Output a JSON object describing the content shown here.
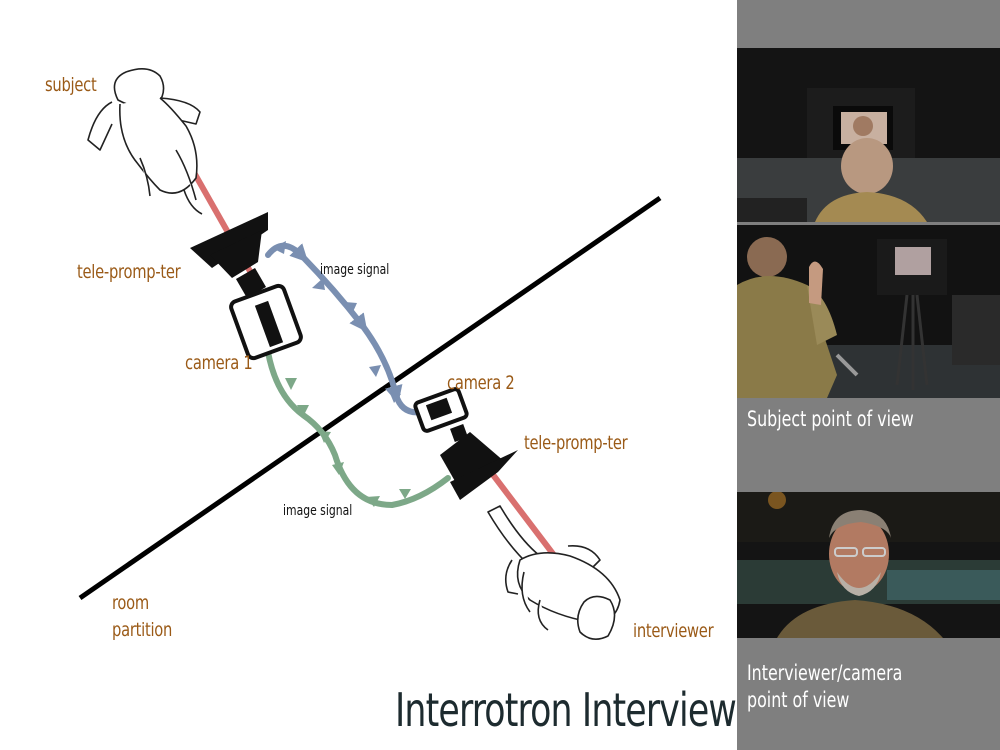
{
  "title": "Interrotron Interview",
  "labels": {
    "subject": "subject",
    "teleprompter_top": "tele-promp-ter",
    "camera1": "camera 1",
    "camera2": "camera 2",
    "teleprompter_bottom": "tele-promp-ter",
    "interviewer": "interviewer",
    "room_partition_line1": "room",
    "room_partition_line2": "partition",
    "image_signal_top": "image signal",
    "image_signal_bottom": "image signal"
  },
  "side_panel": {
    "caption_subject": "Subject point of view",
    "caption_interviewer_line1": "Interviewer/camera",
    "caption_interviewer_line2": "point of view"
  },
  "colors": {
    "label": "#9a5a17",
    "sightline": "#d9706f",
    "blue_signal": "#7a8fb1",
    "green_signal": "#7da888",
    "panel": "#7f7f7f"
  }
}
